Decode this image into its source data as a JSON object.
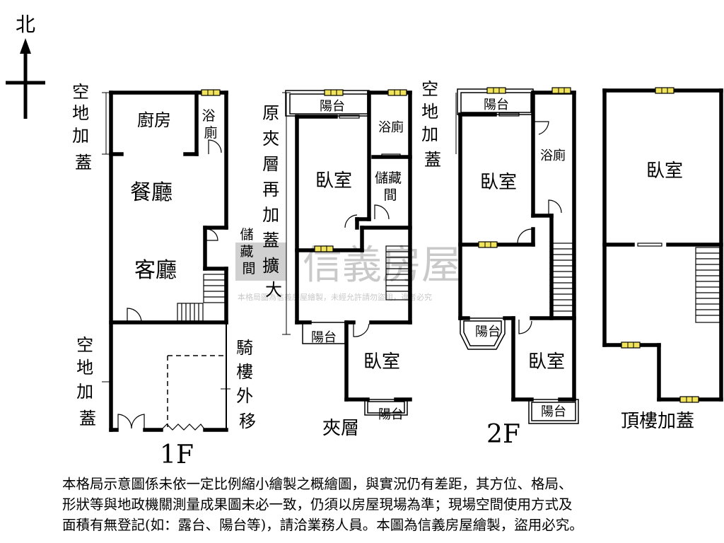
{
  "compass": {
    "north_label": "北"
  },
  "watermark": {
    "brand": "信義房屋",
    "notice": "本格局圖為信義房屋繪製，未經允許請勿盜用，違者必究"
  },
  "floor_1f": {
    "title": "1F",
    "side_top": [
      "空",
      "地",
      "加",
      "蓋"
    ],
    "side_bottom": [
      "空",
      "地",
      "加",
      "蓋"
    ],
    "arcade": [
      "騎",
      "樓",
      "外",
      "移"
    ],
    "kitchen": "廚房",
    "bath": [
      "浴",
      "廁"
    ],
    "dining": "餐廳",
    "living": "客廳"
  },
  "mezzanine": {
    "title": "夾層",
    "expansion": [
      "原",
      "夾",
      "層",
      "再",
      "加",
      "蓋",
      "擴",
      "大"
    ],
    "storage_left": [
      "儲",
      "藏",
      "間"
    ],
    "balcony_top": "陽台",
    "bath": "浴廁",
    "bedroom_1": "臥室",
    "storage_right": [
      "儲藏",
      "間"
    ],
    "balcony_mid": "陽台",
    "bedroom_2": "臥室",
    "balcony_bottom": "陽台"
  },
  "floor_2f": {
    "title": "2F",
    "side": [
      "空",
      "地",
      "加",
      "蓋"
    ],
    "balcony_top": "陽台",
    "bath": "浴廁",
    "bedroom_1": "臥室",
    "balcony_mid": "陽台",
    "bedroom_2": "臥室",
    "balcony_bottom": "陽台"
  },
  "rooftop": {
    "title": "頂樓加蓋",
    "bedroom": "臥室"
  },
  "disclaimer": [
    "本格局示意圖係未依一定比例縮小繪製之概繪圖，與實況仍有差距，其方位、格局、",
    "形狀等與地政機關測量成果圖未必一致，仍須以房屋現場為準；現場空間使用方式及",
    "面積有無登記(如：露台、陽台等)，請洽業務人員。本圖為信義房屋繪製，盜用必究。"
  ],
  "colors": {
    "wall": "#000000",
    "window": "#f1e45c",
    "watermark": "#c9c9c9"
  }
}
